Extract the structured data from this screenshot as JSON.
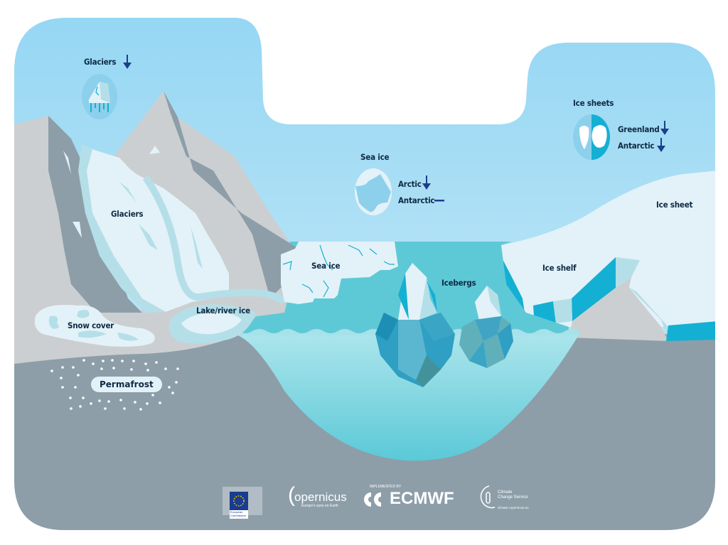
{
  "colors": {
    "sky_top": "#94d6f3",
    "sky_bottom": "#c7e9f8",
    "mountain_light": "#cccfd1",
    "mountain_dark": "#8d9ea9",
    "ice_white": "#e3f2f8",
    "ice_mid": "#b5dfe8",
    "ocean_surface": "#5ec9d6",
    "ocean_deep": "#5bc8d6",
    "ocean_light": "#a6e2ea",
    "cyan_accent": "#14b0d3",
    "ground": "#8d9ea9",
    "label_text": "#0f2a44",
    "arrow": "#1d3f8a"
  },
  "indicators": {
    "glaciers": {
      "title": "Glaciers",
      "trend": "down"
    },
    "sea_ice": {
      "title": "Sea ice",
      "items": [
        {
          "label": "Arctic",
          "trend": "down"
        },
        {
          "label": "Antarctic",
          "trend": "stable"
        }
      ]
    },
    "ice_sheets": {
      "title": "Ice sheets",
      "items": [
        {
          "label": "Greenland",
          "trend": "down"
        },
        {
          "label": "Antarctic",
          "trend": "down"
        }
      ]
    }
  },
  "scene_labels": {
    "glaciers": "Glaciers",
    "snow_cover": "Snow cover",
    "lake_river_ice": "Lake/river ice",
    "permafrost": "Permafrost",
    "sea_ice": "Sea ice",
    "icebergs": "Icebergs",
    "ice_shelf": "Ice shelf",
    "ice_sheet": "Ice sheet"
  },
  "logos": {
    "european_commission": {
      "line1": "European",
      "line2": "Commission"
    },
    "copernicus": {
      "name": "Copernicus",
      "display": "opernicus",
      "tagline": "Europe's eyes on Earth"
    },
    "ecmwf": {
      "prefix": "IMPLEMENTED BY",
      "name": "ECMWF"
    },
    "c3s": {
      "line1": "Climate",
      "line2": "Change Service",
      "url": "climate.copernicus.eu"
    }
  }
}
